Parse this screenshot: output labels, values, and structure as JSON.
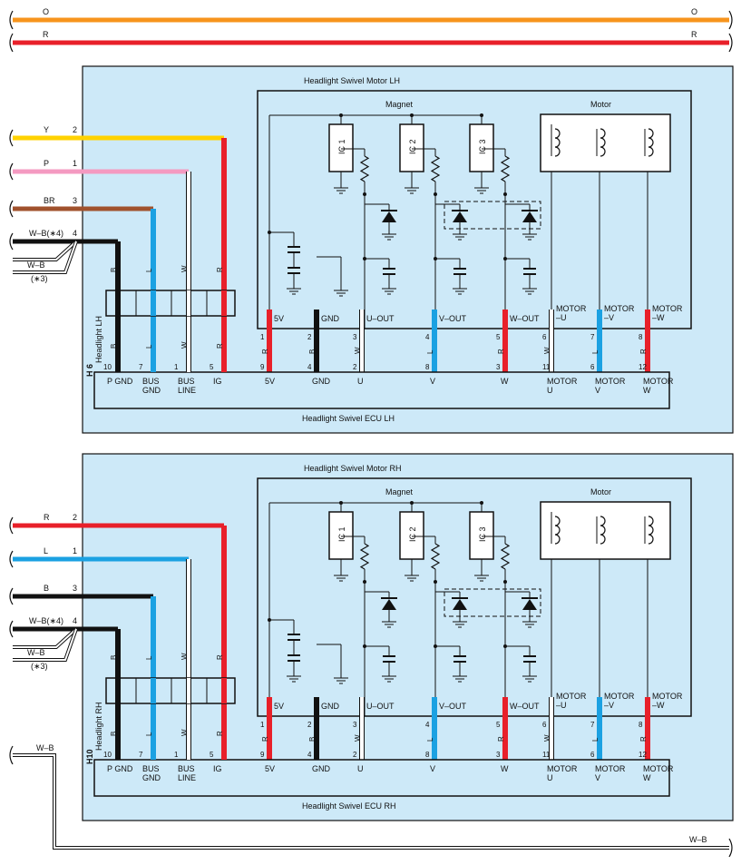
{
  "colors": {
    "orange": "#F7941D",
    "red": "#E8202A",
    "yellow": "#FFD200",
    "pink": "#F49AC1",
    "brown": "#A0522D",
    "blue": "#1BA1E2",
    "black": "#111111",
    "panel": "#CDE9F8"
  },
  "top_bus": {
    "o_left": "O",
    "o_right": "O",
    "r_left": "R",
    "r_right": "R"
  },
  "units": [
    {
      "motor_title": "Headlight Swivel Motor LH",
      "ecu_title": "Headlight Swivel ECU LH",
      "conn_code": "H 6",
      "conn_name": "Headlight LH",
      "wires_in": [
        {
          "color": "Y",
          "pin": "2"
        },
        {
          "color": "P",
          "pin": "1"
        },
        {
          "color": "BR",
          "pin": "3"
        },
        {
          "color": "W–B(∗4)",
          "pin": "4"
        }
      ],
      "wb_alt": "W–B",
      "wb_note": "(∗3)"
    },
    {
      "motor_title": "Headlight Swivel Motor RH",
      "ecu_title": "Headlight Swivel ECU RH",
      "conn_code": "H10",
      "conn_name": "Headlight RH",
      "wires_in": [
        {
          "color": "R",
          "pin": "2"
        },
        {
          "color": "L",
          "pin": "1"
        },
        {
          "color": "B",
          "pin": "3"
        },
        {
          "color": "W–B(∗4)",
          "pin": "4"
        }
      ],
      "wb_alt": "W–B",
      "wb_note": "(∗3)"
    }
  ],
  "common": {
    "magnet": "Magnet",
    "motor": "Motor",
    "ic": [
      "IC 1",
      "IC 2",
      "IC 3"
    ],
    "motor_terminals": [
      "5V",
      "GND",
      "U–OUT",
      "V–OUT",
      "W–OUT",
      "MOTOR\n–U",
      "MOTOR\n–V",
      "MOTOR\n–W"
    ],
    "motor_pins": [
      "1",
      "2",
      "3",
      "4",
      "5",
      "6",
      "7",
      "8"
    ],
    "mid_wire_codes": [
      "R",
      "B",
      "W",
      "L",
      "R",
      "W",
      "L",
      "R"
    ],
    "ecu_pins_right": [
      "9",
      "4",
      "2",
      "8",
      "3",
      "11",
      "6",
      "12"
    ],
    "ecu_labels_right": [
      "5V",
      "GND",
      "U",
      "V",
      "W",
      "MOTOR\nU",
      "MOTOR\nV",
      "MOTOR\nW"
    ],
    "conn_wire_codes": [
      "B",
      "L",
      "W",
      "R"
    ],
    "ecu_pins_left": [
      "10",
      "7",
      "1",
      "5"
    ],
    "ecu_labels_left": [
      "P GND",
      "BUS\nGND",
      "BUS\nLINE",
      "IG"
    ]
  },
  "bottom_wire": {
    "left": "W–B",
    "right": "W–B"
  }
}
